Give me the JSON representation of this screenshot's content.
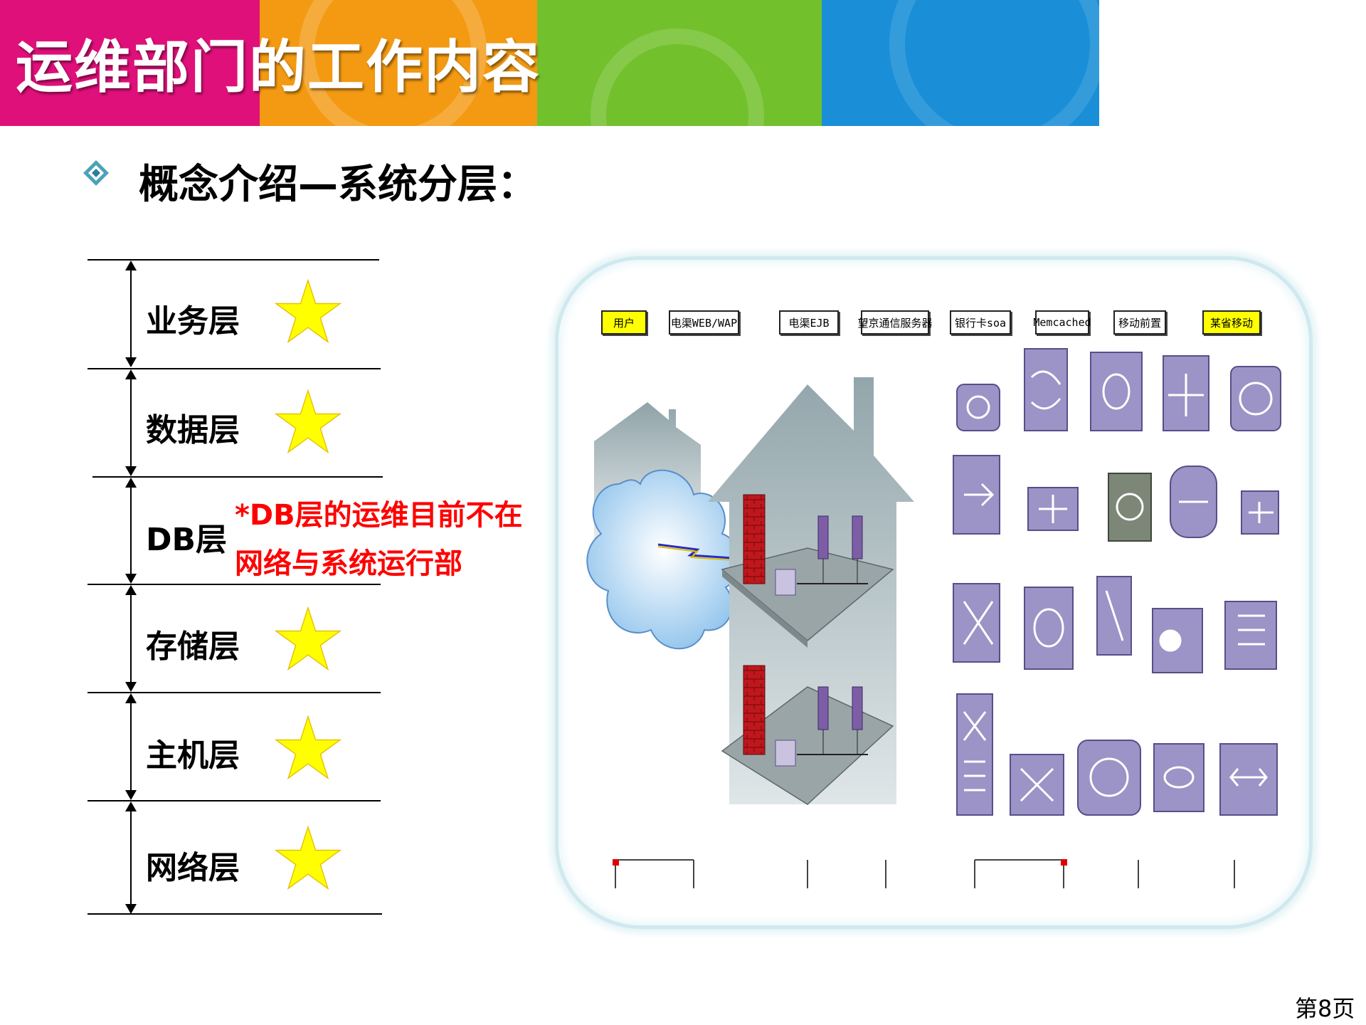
{
  "slide": {
    "title": "运维部门的工作内容",
    "subtitle": "概念介绍—系统分层：",
    "page_number": "第8页"
  },
  "banner_colors": [
    "#e0107a",
    "#f39a12",
    "#72c02c",
    "#1a8fd8"
  ],
  "layers": [
    {
      "label": "业务层",
      "has_star": true
    },
    {
      "label": "数据层",
      "has_star": true
    },
    {
      "label": "DB层",
      "has_star": false
    },
    {
      "label": "存储层",
      "has_star": true
    },
    {
      "label": "主机层",
      "has_star": true
    },
    {
      "label": "网络层",
      "has_star": true
    }
  ],
  "note": {
    "line1": "*DB层的运维目前不在",
    "line2": "网络与系统运行部"
  },
  "star_color": "#ffff00",
  "note_color": "#ff0000",
  "diagram": {
    "labels": [
      {
        "text": "用户",
        "highlight": true
      },
      {
        "text": "电渠WEB/WAP",
        "highlight": false
      },
      {
        "text": "电渠EJB",
        "highlight": false
      },
      {
        "text": "望京通信服务器",
        "highlight": false
      },
      {
        "text": "银行卡soa",
        "highlight": false
      },
      {
        "text": "Memcached",
        "highlight": false
      },
      {
        "text": "移动前置",
        "highlight": false
      },
      {
        "text": "某省移动",
        "highlight": true
      }
    ]
  }
}
